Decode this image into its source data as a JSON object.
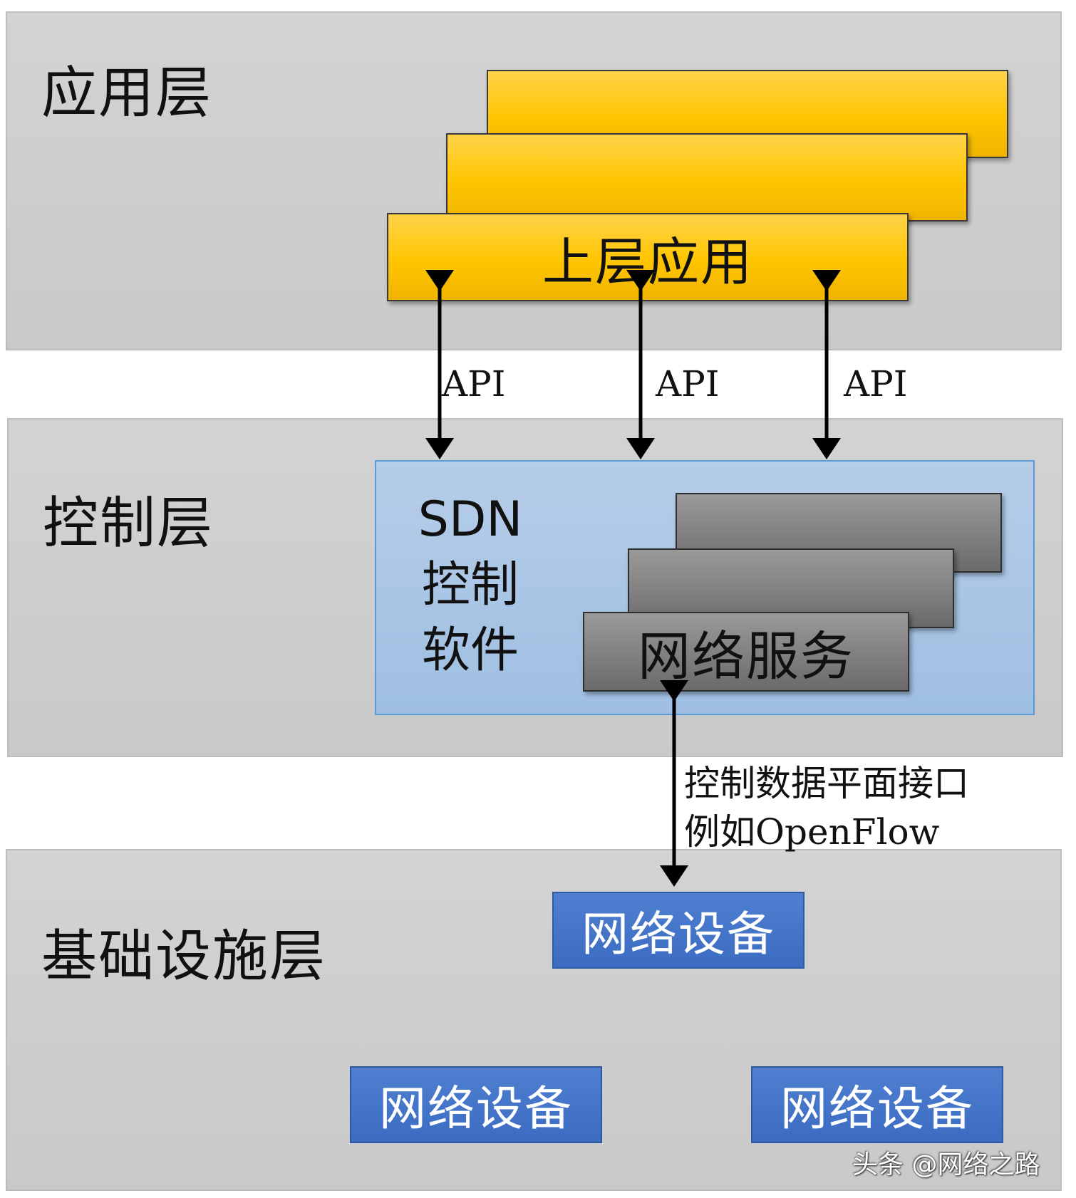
{
  "layers": {
    "application": "应用层",
    "control": "控制层",
    "infrastructure": "基础设施层"
  },
  "application_box": {
    "label": "上层应用",
    "color": "#ffc500"
  },
  "api_labels": [
    "API",
    "API",
    "API"
  ],
  "controller": {
    "line1": "SDN",
    "line2": "控制",
    "line3": "软件",
    "color": "#9fbfe3"
  },
  "network_service": {
    "label": "网络服务",
    "color": "#808080"
  },
  "southbound": {
    "line1": "控制数据平面接口",
    "line2": "例如OpenFlow"
  },
  "devices": [
    {
      "label": "网络设备"
    },
    {
      "label": "网络设备"
    },
    {
      "label": "网络设备"
    }
  ],
  "device_color": "#4472c4",
  "watermark": "头条 @网络之路"
}
